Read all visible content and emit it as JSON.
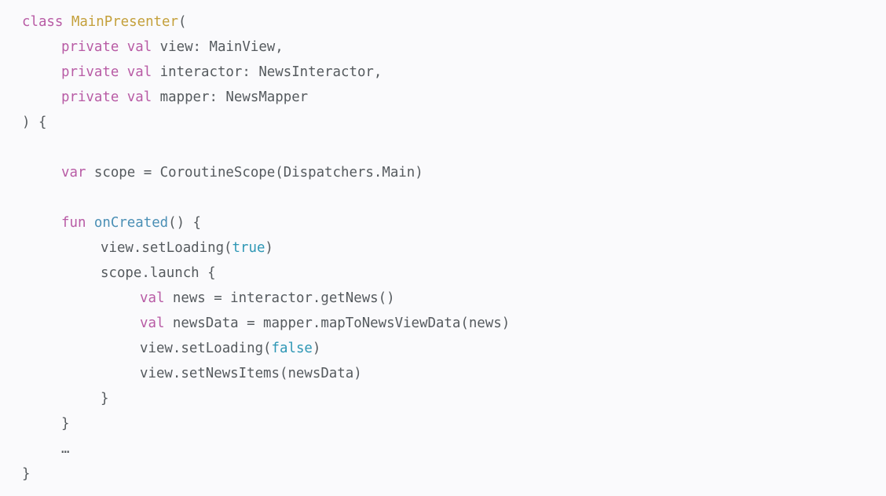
{
  "colors": {
    "background": "#fafafc",
    "plain": "#555a5e",
    "keyword": "#b85ba5",
    "class_name": "#c4a03b",
    "function_name": "#4a8fb5",
    "literal": "#2e97b5"
  },
  "code": {
    "language": "kotlin",
    "lines": [
      {
        "indent": 0,
        "tokens": [
          {
            "type": "keyword",
            "text": "class"
          },
          {
            "type": "plain",
            "text": " "
          },
          {
            "type": "class_name",
            "text": "MainPresenter"
          },
          {
            "type": "plain",
            "text": "("
          }
        ]
      },
      {
        "indent": 1,
        "tokens": [
          {
            "type": "keyword",
            "text": "private"
          },
          {
            "type": "plain",
            "text": " "
          },
          {
            "type": "keyword",
            "text": "val"
          },
          {
            "type": "plain",
            "text": " view: MainView,"
          }
        ]
      },
      {
        "indent": 1,
        "tokens": [
          {
            "type": "keyword",
            "text": "private"
          },
          {
            "type": "plain",
            "text": " "
          },
          {
            "type": "keyword",
            "text": "val"
          },
          {
            "type": "plain",
            "text": " interactor: NewsInteractor,"
          }
        ]
      },
      {
        "indent": 1,
        "tokens": [
          {
            "type": "keyword",
            "text": "private"
          },
          {
            "type": "plain",
            "text": " "
          },
          {
            "type": "keyword",
            "text": "val"
          },
          {
            "type": "plain",
            "text": " mapper: NewsMapper"
          }
        ]
      },
      {
        "indent": 0,
        "tokens": [
          {
            "type": "plain",
            "text": ") {"
          }
        ]
      },
      {
        "indent": 0,
        "tokens": []
      },
      {
        "indent": 1,
        "tokens": [
          {
            "type": "keyword",
            "text": "var"
          },
          {
            "type": "plain",
            "text": " scope = CoroutineScope(Dispatchers.Main)"
          }
        ]
      },
      {
        "indent": 0,
        "tokens": []
      },
      {
        "indent": 1,
        "tokens": [
          {
            "type": "keyword",
            "text": "fun"
          },
          {
            "type": "plain",
            "text": " "
          },
          {
            "type": "function_name",
            "text": "onCreated"
          },
          {
            "type": "plain",
            "text": "() {"
          }
        ]
      },
      {
        "indent": 2,
        "tokens": [
          {
            "type": "plain",
            "text": "view.setLoading("
          },
          {
            "type": "literal",
            "text": "true"
          },
          {
            "type": "plain",
            "text": ")"
          }
        ]
      },
      {
        "indent": 2,
        "tokens": [
          {
            "type": "plain",
            "text": "scope.launch {"
          }
        ]
      },
      {
        "indent": 3,
        "tokens": [
          {
            "type": "keyword",
            "text": "val"
          },
          {
            "type": "plain",
            "text": " news = interactor.getNews()"
          }
        ]
      },
      {
        "indent": 3,
        "tokens": [
          {
            "type": "keyword",
            "text": "val"
          },
          {
            "type": "plain",
            "text": " newsData = mapper.mapToNewsViewData(news)"
          }
        ]
      },
      {
        "indent": 3,
        "tokens": [
          {
            "type": "plain",
            "text": "view.setLoading("
          },
          {
            "type": "literal",
            "text": "false"
          },
          {
            "type": "plain",
            "text": ")"
          }
        ]
      },
      {
        "indent": 3,
        "tokens": [
          {
            "type": "plain",
            "text": "view.setNewsItems(newsData)"
          }
        ]
      },
      {
        "indent": 2,
        "tokens": [
          {
            "type": "plain",
            "text": "}"
          }
        ]
      },
      {
        "indent": 1,
        "tokens": [
          {
            "type": "plain",
            "text": "}"
          }
        ]
      },
      {
        "indent": 1,
        "tokens": [
          {
            "type": "plain",
            "text": "…"
          }
        ]
      },
      {
        "indent": 0,
        "tokens": [
          {
            "type": "plain",
            "text": "}"
          }
        ]
      }
    ]
  }
}
